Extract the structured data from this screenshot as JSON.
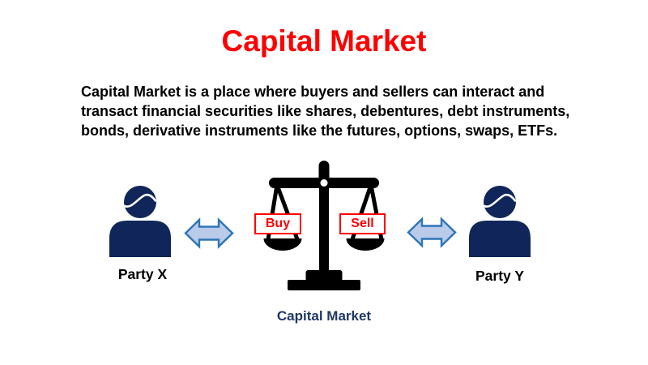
{
  "title": {
    "text": "Capital Market",
    "color": "#FF0000"
  },
  "description": {
    "lines": [
      "Capital Market is a place where buyers and sellers can interact and",
      "transact financial securities like shares, debentures, debt instruments,",
      "bonds, derivative instruments like the futures, options, swaps, ETFs."
    ]
  },
  "diagram": {
    "party_x": {
      "label": "Party X"
    },
    "party_y": {
      "label": "Party Y"
    },
    "scale": {
      "buy_label": "Buy",
      "sell_label": "Sell",
      "caption": "Capital Market",
      "caption_color": "#1F3864"
    },
    "colors": {
      "person": "#10265A",
      "scale": "#000000",
      "arrow_fill": "#B9CBE9",
      "arrow_stroke": "#2E75B6",
      "tag_red": "#FF0000"
    }
  }
}
